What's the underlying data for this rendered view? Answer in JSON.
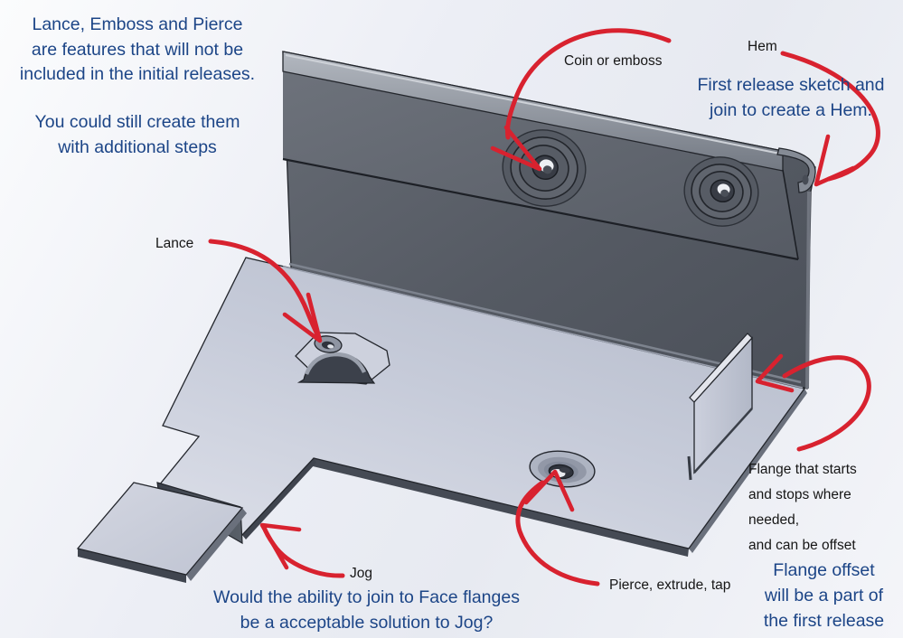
{
  "title": "Sheet metal feature roadmap annotation slide",
  "colors": {
    "red_annotation": "#d8222f",
    "blue_note": "#1c4587",
    "black_label": "#161616",
    "wall_gray": "#565b64",
    "base_gray": "#c3c8d6"
  },
  "labels": {
    "coin": "Coin or emboss",
    "hem": "Hem",
    "lance": "Lance",
    "jog": "Jog",
    "pierce": "Pierce, extrude, tap"
  },
  "notes": {
    "intro_paragraph1": [
      "Lance, Emboss and  Pierce",
      "are features that will not be",
      "included in the initial releases."
    ],
    "intro_paragraph2": [
      "You could still create them",
      "with additional steps"
    ],
    "hem_release": [
      "First release sketch and",
      "join to create a Hem."
    ],
    "flange_detail": [
      "Flange that starts",
      "and stops where",
      "needed,",
      "and can be offset"
    ],
    "flange_release": [
      "Flange offset",
      "will be a part of",
      "the first release"
    ],
    "jog_question": [
      "Would the ability to join to Face flanges",
      "be a acceptable solution to Jog?"
    ]
  }
}
